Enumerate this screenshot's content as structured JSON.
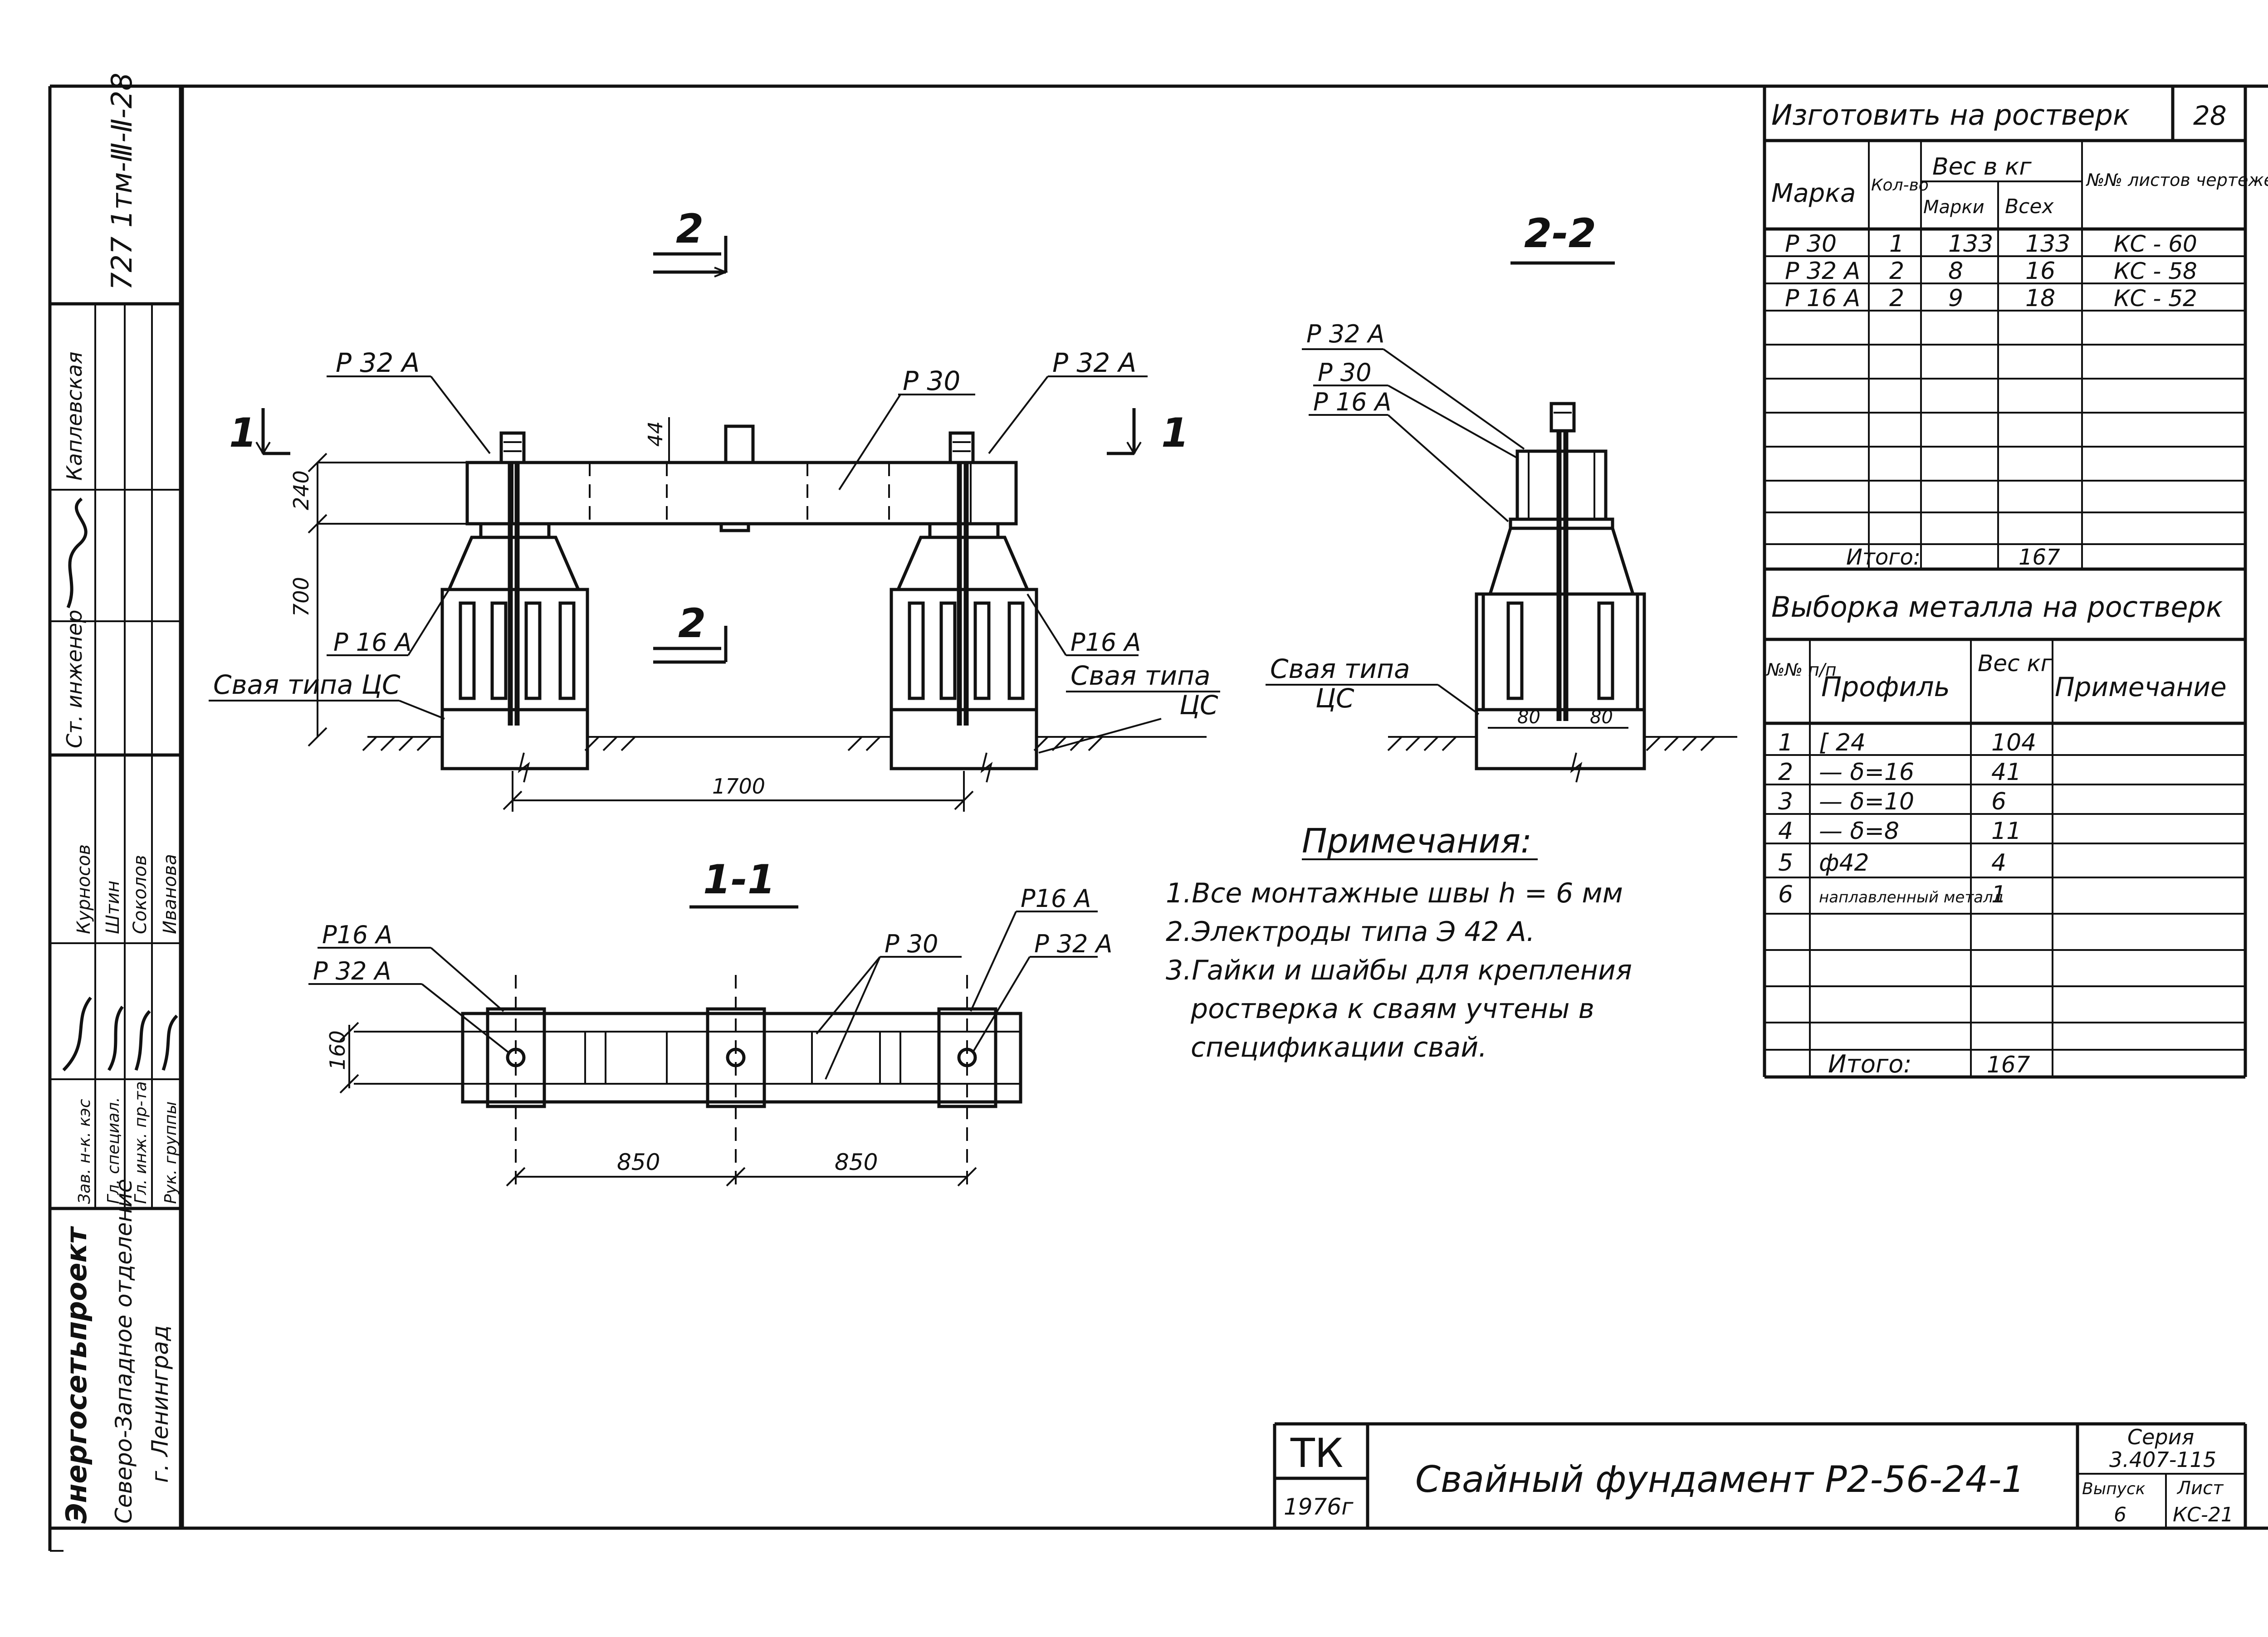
{
  "sheet_number": "28",
  "drawing_code": "727 1тм-Ⅲ-Ⅱ-28",
  "views": {
    "front": {
      "label": "2",
      "section_mark": "2"
    },
    "side": {
      "label": "2-2"
    },
    "plan": {
      "label": "1-1"
    },
    "cut_mark": "1"
  },
  "callouts": {
    "p32a": "Р 32 А",
    "p30": "Р 30",
    "p16a": "Р 16 А",
    "p16a_alt": "Р16 А",
    "pile": "Свая типа ЦС",
    "pile_line1": "Свая типа",
    "pile_line2": "ЦС"
  },
  "dimensions": {
    "d240": "240",
    "d700": "700",
    "d44": "44",
    "d1700": "1700",
    "d160": "160",
    "d850a": "850",
    "d850b": "850",
    "d80a": "80",
    "d80b": "80"
  },
  "notes": {
    "title": "Примечания:",
    "items": [
      "1.Все монтажные швы   h = 6 мм",
      "2.Электроды типа   Э 42 А.",
      "3.Гайки и шайбы для крепления",
      "ростверка к сваям учтены в",
      "спецификации свай."
    ]
  },
  "spec_table": {
    "title": "Изготовить на ростверк",
    "header": {
      "mark": "Марка",
      "qty": "Кол-во",
      "weight": "Вес в кг",
      "weight_each": "Марки",
      "weight_all": "Всех",
      "sheets": "№№ листов чертежей"
    },
    "rows": [
      {
        "mark": "Р 30",
        "qty": "1",
        "each": "133",
        "all": "133",
        "sheet": "КС - 60"
      },
      {
        "mark": "Р 32 А",
        "qty": "2",
        "each": "8",
        "all": "16",
        "sheet": "КС - 58"
      },
      {
        "mark": "Р 16 А",
        "qty": "2",
        "each": "9",
        "all": "18",
        "sheet": "КС - 52"
      }
    ],
    "total_label": "Итого:",
    "total_value": "167"
  },
  "metal_table": {
    "title": "Выборка металла на ростверк",
    "header": {
      "num": "№№ п/п",
      "profile": "Профиль",
      "weight": "Вес кг",
      "note": "Примечание"
    },
    "rows": [
      {
        "num": "1",
        "profile": "[ 24",
        "weight": "104"
      },
      {
        "num": "2",
        "profile": "— δ=16",
        "weight": "41"
      },
      {
        "num": "3",
        "profile": "— δ=10",
        "weight": "6"
      },
      {
        "num": "4",
        "profile": "— δ=8",
        "weight": "11"
      },
      {
        "num": "5",
        "profile": "ф42",
        "weight": "4"
      },
      {
        "num": "6",
        "profile": "наплавленный металл",
        "weight": "1"
      }
    ],
    "total_label": "Итого:",
    "total_value": "167"
  },
  "side_stamp": {
    "org1": "Энергосетьпроект",
    "org2": "Северо-Западное отделение",
    "org3": "г. Ленинград",
    "roles": [
      "Зав. н-к. кэс",
      "Гл. специал.",
      "Гл. инж. пр-та",
      "Рук. группы"
    ],
    "names": [
      "Курносов",
      "Штин",
      "Соколов",
      "Иванова"
    ],
    "engineer_role": "Ст. инженер",
    "engineer_name": "Каплевская"
  },
  "title_block": {
    "tk": "ТК",
    "year": "1976г",
    "title": "Свайный фундамент Р2-56-24-1",
    "series_label": "Серия",
    "series_value": "3.407-115",
    "issue_label": "Выпуск",
    "issue_value": "6",
    "sheet_label": "Лист",
    "sheet_value": "КС-21"
  }
}
